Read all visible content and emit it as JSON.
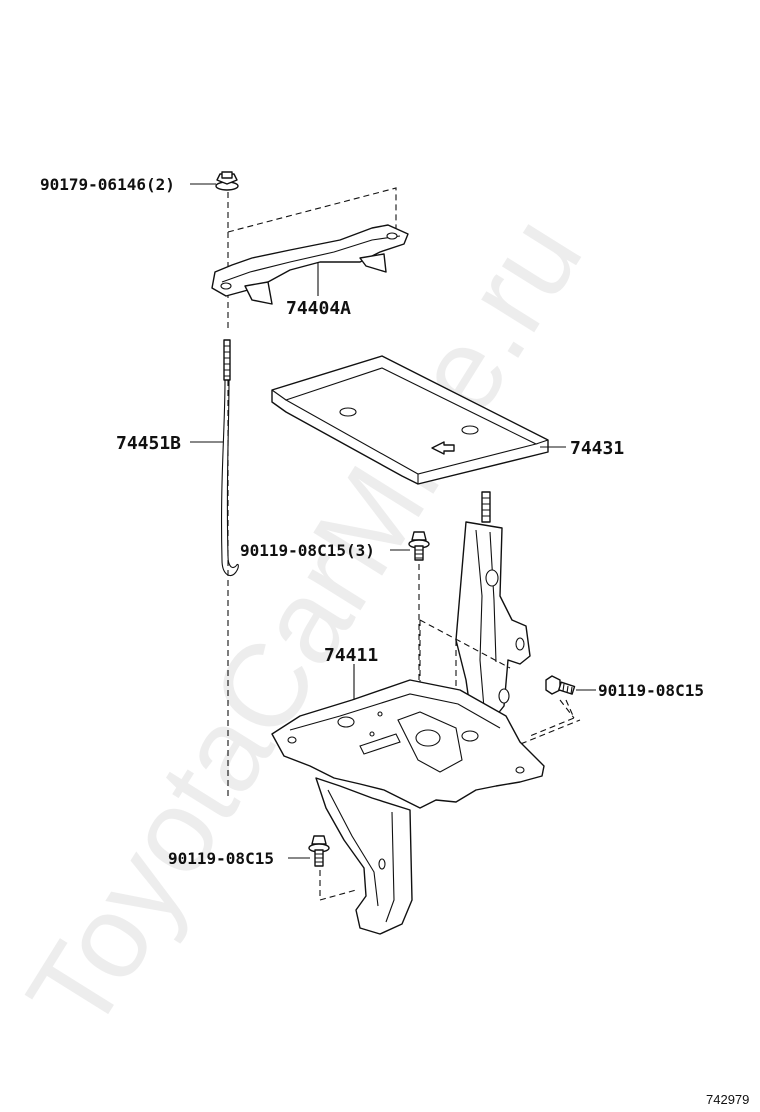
{
  "watermark": "ToyotaCarMine.ru",
  "reference_number": "742979",
  "parts": {
    "nut_top": {
      "label": "90179-06146(2)"
    },
    "clamp": {
      "label": "74404A"
    },
    "rod": {
      "label": "74451B"
    },
    "tray": {
      "label": "74431"
    },
    "bolt_mid": {
      "label": "90119-08C15(3)"
    },
    "carrier": {
      "label": "74411"
    },
    "bolt_right": {
      "label": "90119-08C15"
    },
    "bolt_bottom": {
      "label": "90119-08C15"
    }
  }
}
